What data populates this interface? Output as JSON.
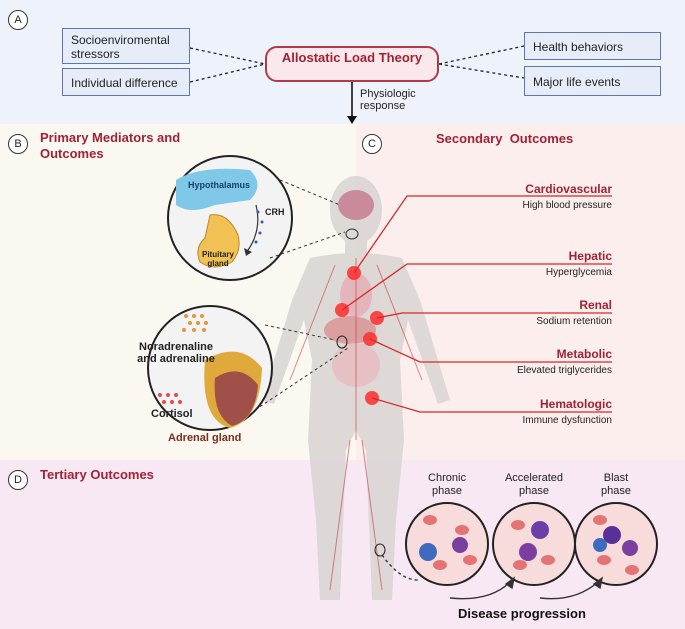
{
  "panel_labels": {
    "a": "A",
    "b": "B",
    "c": "C",
    "d": "D"
  },
  "panelA": {
    "left_boxes": [
      "Socioenviromental stressors",
      "Individual difference"
    ],
    "right_boxes": [
      "Health behaviors",
      "Major life events"
    ],
    "theory": "Allostatic Load Theory",
    "arrow_label": "Physiologic response"
  },
  "panelB": {
    "title": "Primary Mediators and Outcomes",
    "hypothalamus": "Hypothalamus",
    "crh": "CRH",
    "pituitary": "Pituitary gland",
    "noradrenaline": "Noradrenaline and adrenaline",
    "cortisol": "Cortisol",
    "adrenal": "Adrenal gland"
  },
  "panelC": {
    "title": "Secondary  Outcomes",
    "outcomes": [
      {
        "name": "Cardiovascular",
        "desc": "High blood pressure"
      },
      {
        "name": "Hepatic",
        "desc": "Hyperglycemia"
      },
      {
        "name": "Renal",
        "desc": "Sodium retention"
      },
      {
        "name": "Metabolic",
        "desc": "Elevated triglycerides"
      },
      {
        "name": "Hematologic",
        "desc": "Immune dysfunction"
      }
    ]
  },
  "panelD": {
    "title": "Tertiary Outcomes",
    "phases": [
      "Chronic phase",
      "Accelerated phase",
      "Blast phase"
    ],
    "progression": "Disease progression"
  },
  "colors": {
    "accent": "#a12234",
    "box_border": "#5b77b5",
    "red_line": "#d42a2a"
  }
}
